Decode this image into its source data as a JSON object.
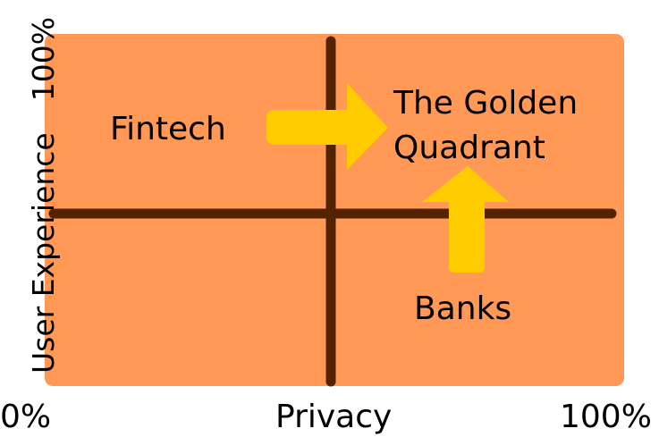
{
  "diagram": {
    "type": "quadrant",
    "colors": {
      "background": "#ff9955",
      "axis_lines": "#552200",
      "arrows": "#ffcc00",
      "text": "#000000"
    },
    "x_axis": {
      "label": "Privacy",
      "min_label": "0%",
      "max_label": "100%"
    },
    "y_axis": {
      "label": "User Experience",
      "max_label": "100%"
    },
    "labels": {
      "top_left": "Fintech",
      "top_right_line1": "The Golden",
      "top_right_line2": "Quadrant",
      "bottom_right": "Banks"
    },
    "arrows": [
      {
        "name": "fintech-to-golden",
        "direction": "right"
      },
      {
        "name": "banks-to-golden",
        "direction": "up"
      }
    ]
  }
}
